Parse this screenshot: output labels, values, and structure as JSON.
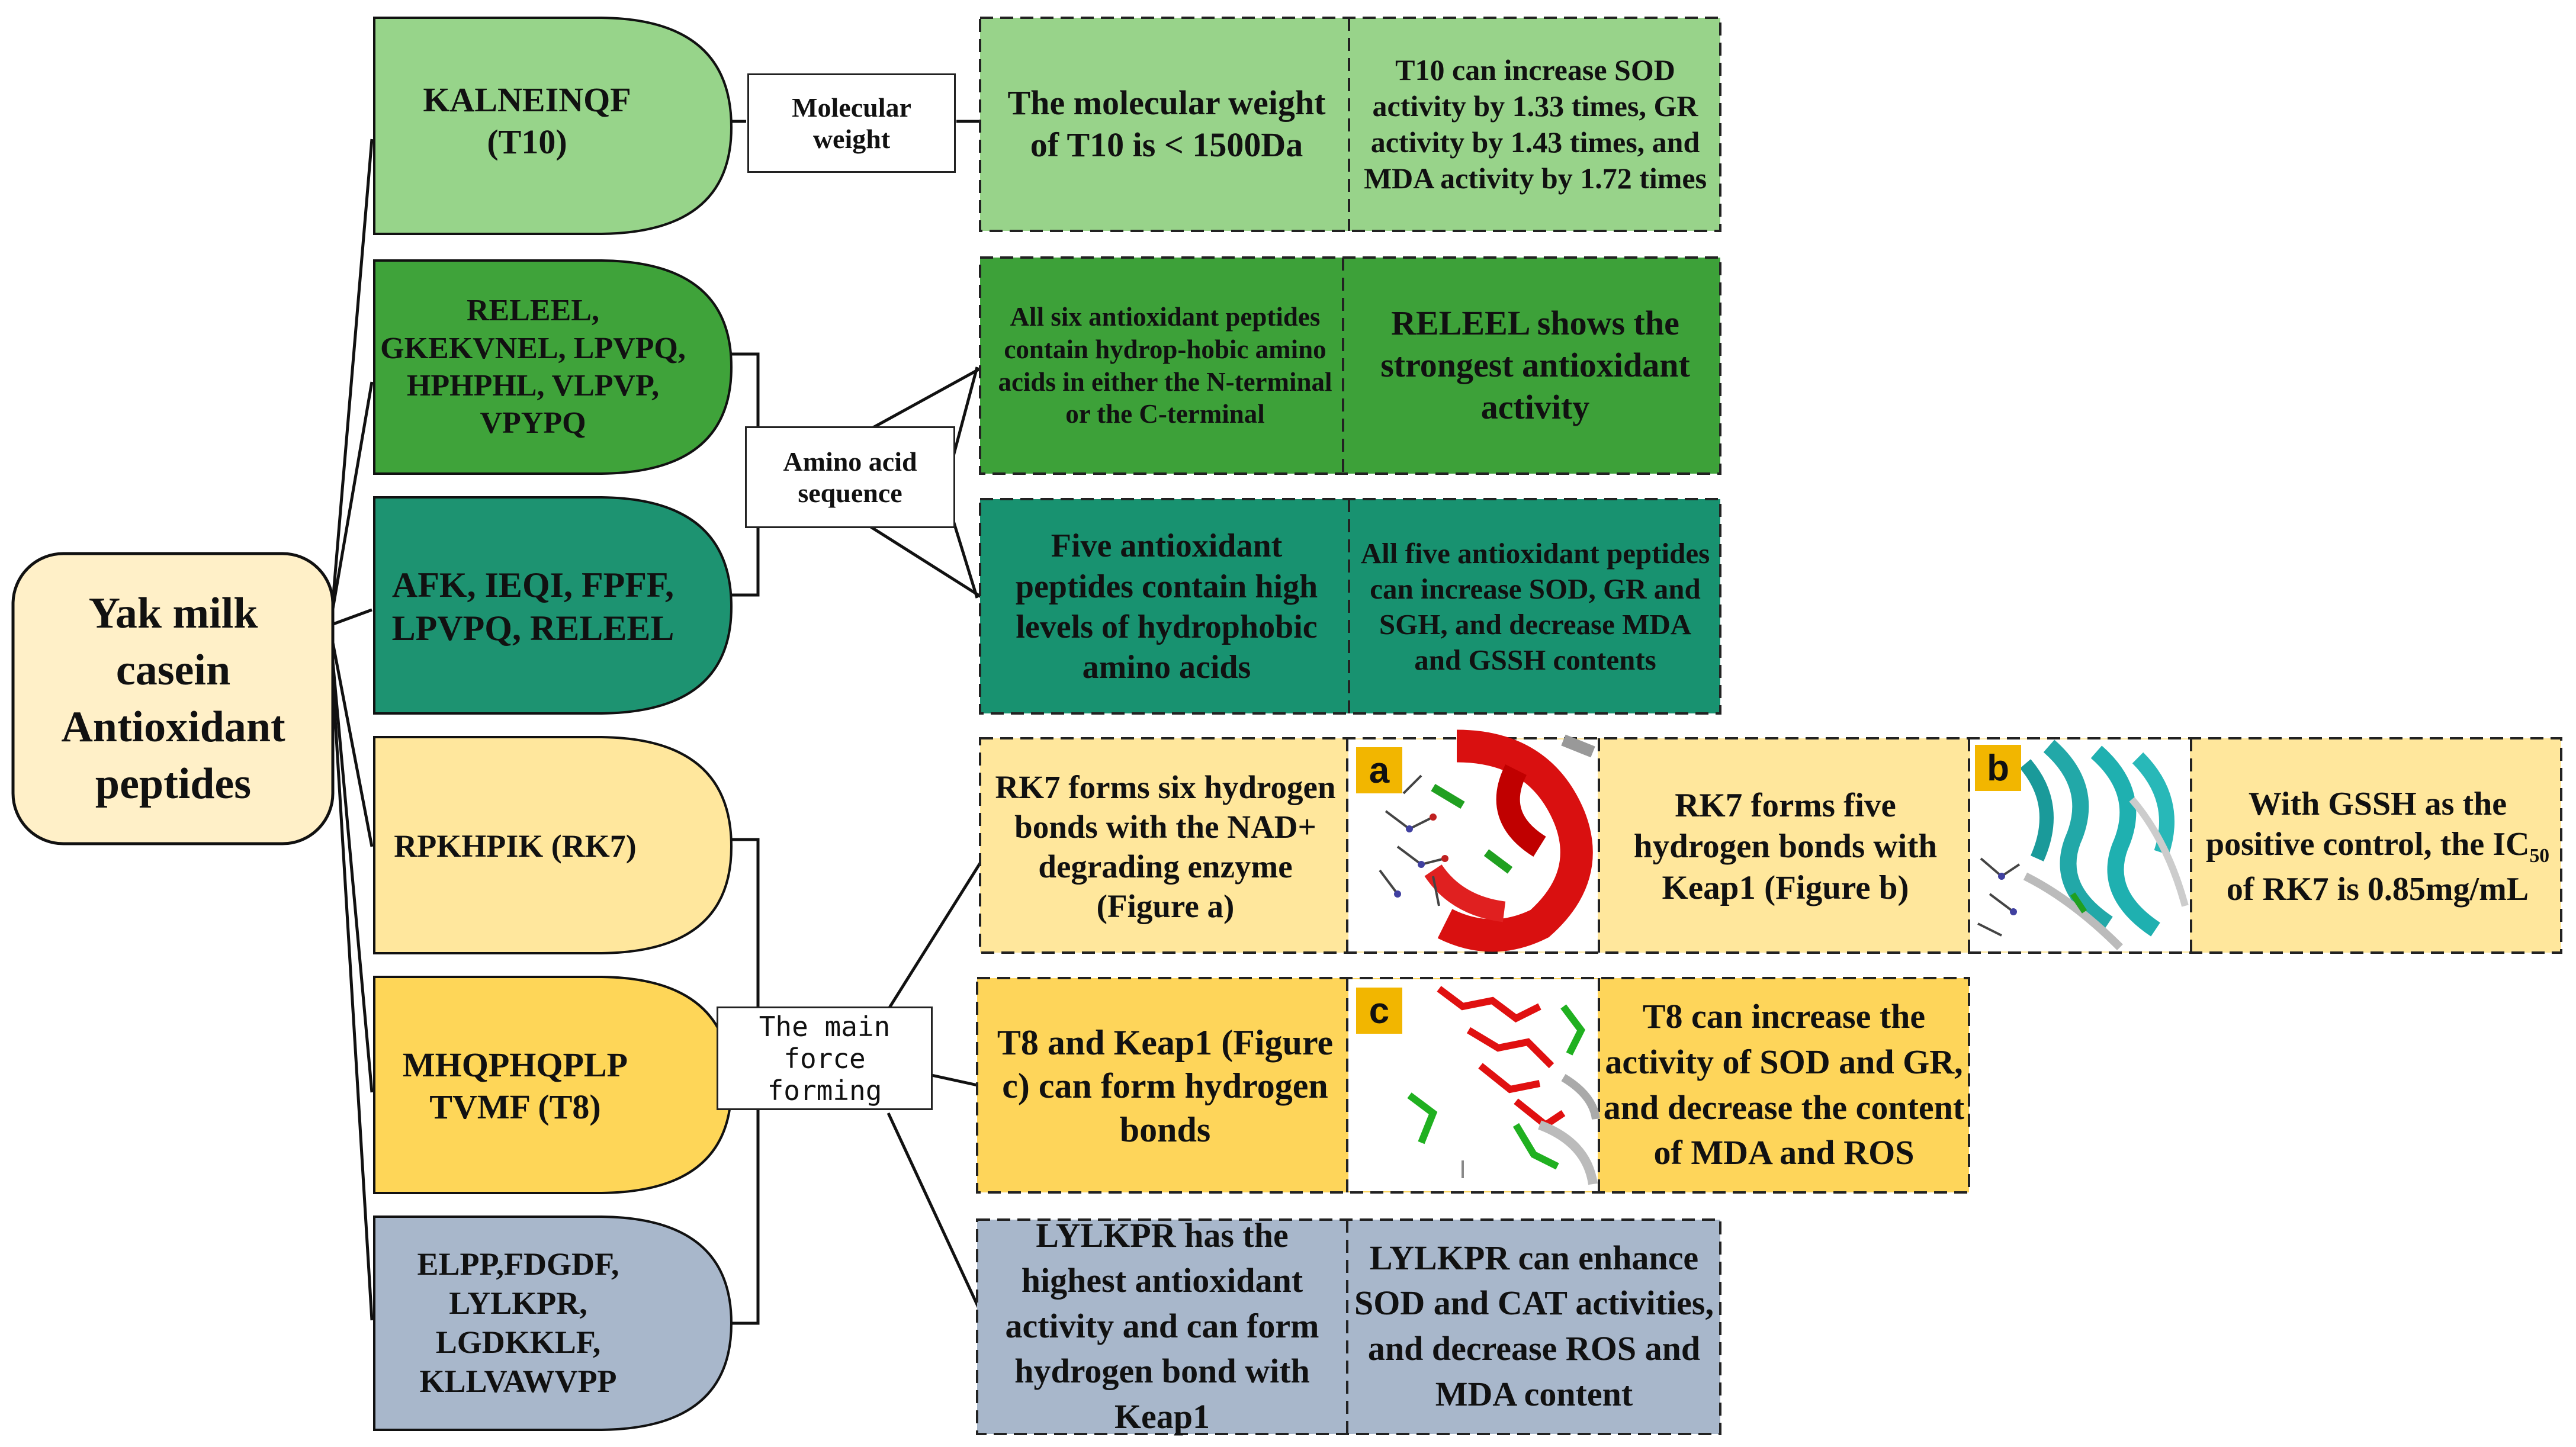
{
  "root": {
    "label": "Yak milk casein Antioxidant peptides"
  },
  "peptides": [
    {
      "id": "t10",
      "label": "KALNEINQF (T10)",
      "color": "#97d48a"
    },
    {
      "id": "six",
      "label": "RELEEL, GKEKVNEL, LPVPQ, HPHPHL, VLPVP, VPYPQ",
      "color": "#3fa33a"
    },
    {
      "id": "five",
      "label": "AFK, IEQI, FPFF, LPVPQ, RELEEL",
      "color": "#1d9371"
    },
    {
      "id": "rk7",
      "label": "RPKHPIK (RK7)",
      "color": "#ffe79d"
    },
    {
      "id": "t8",
      "label": "MHQPHQPLP TVMF (T8)",
      "color": "#fed658"
    },
    {
      "id": "lylkpr",
      "label": "ELPP,FDGDF, LYLKPR, LGDKKLF, KLLVAWVPP",
      "color": "#a8b7cb"
    }
  ],
  "categories": {
    "mw": "Molecular weight",
    "aa": "Amino acid sequence",
    "force": "The main force forming"
  },
  "boxes": {
    "t10_a": "The molecular weight of T10 is < 1500Da",
    "t10_b": "T10 can increase SOD activity by 1.33 times, GR activity by 1.43 times, and MDA activity by 1.72 times",
    "six_a": "All six antioxidant peptides contain hydrop-hobic amino acids in either the N-terminal or the C-terminal",
    "six_b": "RELEEL shows the strongest antioxidant activity",
    "five_a": "Five antioxidant peptides contain high levels of hydrophobic amino acids",
    "five_b": "All five antioxidant peptides can increase SOD, GR and SGH, and decrease MDA and GSSH contents",
    "rk7_a": "RK7 forms six hydrogen bonds with the NAD+ degrading enzyme (Figure a)",
    "rk7_b": "RK7 forms five hydrogen bonds with Keap1 (Figure b)",
    "rk7_c_pre": "With GSSH as the positive control, the IC",
    "rk7_c_sub": "50",
    "rk7_c_post": " of RK7 is 0.85mg/mL",
    "t8_a": "T8 and Keap1 (Figure c) can form hydrogen bonds",
    "t8_b": "T8 can increase the activity of SOD and GR, and decrease the content of MDA and ROS",
    "ly_a": "LYLKPR has the highest antioxidant activity and can form hydrogen bond with Keap1",
    "ly_b": "LYLKPR can enhance SOD and CAT activities, and decrease ROS and MDA content"
  },
  "figures": {
    "a": "a",
    "b": "b",
    "c": "c"
  },
  "colors": {
    "root": "#fff0c8",
    "t10_box": "#98d38a",
    "six_box": "#3da139",
    "five_box": "#189270",
    "yellow_box": "#ffe79c",
    "t8_box": "#fed55a",
    "ly_box": "#a8b7cb",
    "letter_bg": "#f2b600"
  }
}
